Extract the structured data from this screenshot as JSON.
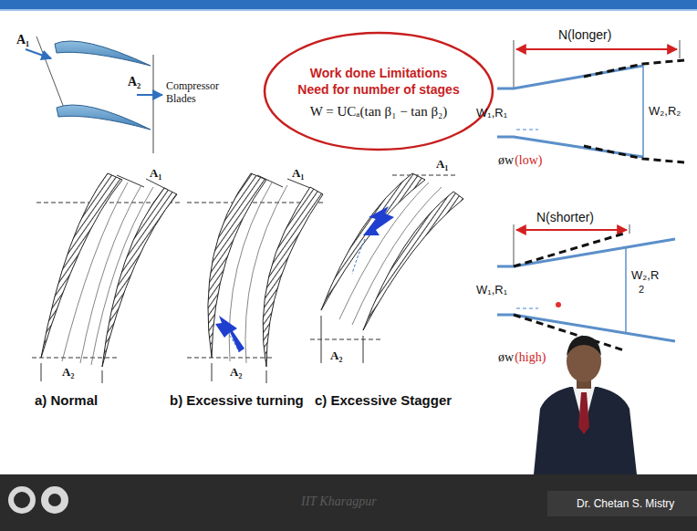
{
  "diagram": {
    "nodes": [
      {
        "text": [
          "Work done Limitations",
          "Need for number of stages",
          "W = UCₐ(tan β₁ − tan β₂)"
        ]
      }
    ],
    "labels": [
      "A₁",
      "A₂",
      "Compressor Blades",
      "N(longer)",
      "W₁,R₁",
      "W₂,R₂",
      "øw",
      "(low)",
      "N(shorter)",
      "W₁,R₁",
      "W₂,R",
      "2",
      "øw",
      "(high)",
      "A₁",
      "A₂",
      "A₁",
      "A₂",
      "A₁",
      "A₂",
      "a) Normal",
      "b) Excessive turning",
      "c) Excessive Stagger",
      "IIT Kharagpur",
      "Dr. Chetan S. Mistry"
    ]
  }
}
